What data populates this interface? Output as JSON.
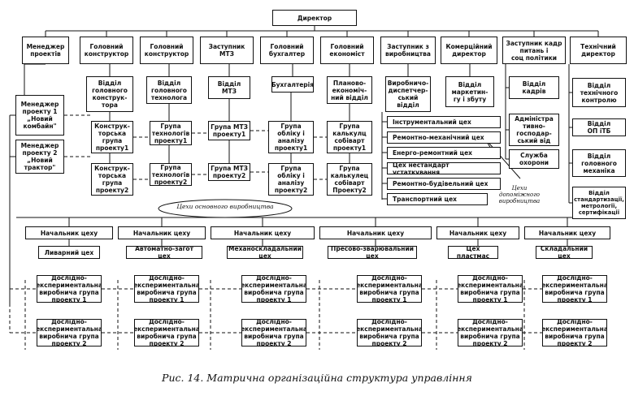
{
  "top": {
    "director": "Директор"
  },
  "columns": [
    {
      "head": "Менеджер\nпроектів",
      "dept": "",
      "items": [
        "Менеджер\nпроекту 1\n„Новий\nкомбайн\"",
        "Менеджер\nпроекту 2\n„Новий\nтрактор\""
      ]
    },
    {
      "head": "Головний\nконструктор",
      "dept": "Відділ\nголовного\nконструк-\nтора",
      "items": [
        "Конструк-\nторська\nгрупа\nпроекту1",
        "Конструк-\nторська\nгрупа\nпроекту2"
      ]
    },
    {
      "head": "Головний\nконструктор",
      "dept": "Відділ\nголовного\nтехнолога",
      "items": [
        "Група\nтехнологів\nпроекту1",
        "Група\nтехнологів\nпроекту2"
      ]
    },
    {
      "head": "Заступник\nМТЗ",
      "dept": "Відділ\nМТЗ",
      "items": [
        "Група МТЗ\nпроекту1",
        "Група МТЗ\nпроекту2"
      ]
    },
    {
      "head": "Головний\nбухгалтер",
      "dept": "Бухгалтерія",
      "items": [
        "Група\nобліку і\nаналізу\nпроекту1",
        "Група\nобліку і\nаналізу\nпроекту2"
      ]
    },
    {
      "head": "Головний\nекономіст",
      "dept": "Планово-\nекономіч-\nний відділ",
      "items": [
        "Група\nкалькулц\nсобіварт\nпроекту1",
        "Група\nкалькулец\nсобіварт\nПроекту2"
      ]
    },
    {
      "head": "Заступник з\nвиробництва",
      "dept": "Виробничо-\nдиспетчер-\nський відділ",
      "items": []
    },
    {
      "head": "Комерційний\nдиректор",
      "dept": "Відділ\nмаркетин-\nгу і збуту",
      "items": []
    },
    {
      "head": "Заступник кадр питань і\nсоц політики",
      "dept": "",
      "items": [
        "Відділ\nкадрів",
        "Адміністра\nтивно-\nгосподар-\nський від",
        "Служба\nохорони"
      ]
    },
    {
      "head": "Технічний\nдиректор",
      "dept": "",
      "items": [
        "Відділ\nтехнічного\nконтролю",
        "Відділ\nОП іТБ",
        "Відділ\nголовного\nмеханіка",
        "Відділ\nстандартизації,\nметрології,\nсертифікації"
      ]
    }
  ],
  "aux": {
    "shops": [
      "Інструментальний цех",
      "Ремонтно-механічний цех",
      "Енерго-ремонтний цех",
      "Цех нестандарт устаткування",
      "Ремонтно-будівельний цех",
      "Транспортний цех"
    ],
    "label": "Цехи\nдопоміжного\nвиробництва"
  },
  "main": {
    "label": "Цехи основного виробництва",
    "group_label": "Дослідно-\nекспериментальна\nвиробнича група\nпроекту 1",
    "group_label_2": "Дослідно-\nекспериментальна\nвиробнича група\nпроекту 2",
    "blocks": [
      {
        "chief": "Начальник цеху",
        "shop": "Ливарний цех"
      },
      {
        "chief": "Начальник цеху",
        "shop": "Автоматно-загот цех"
      },
      {
        "chief": "Начальник цеху",
        "shop": "Механоскладальний цех"
      },
      {
        "chief": "Начальник цеху",
        "shop": "Пресово-зварювальний цех"
      },
      {
        "chief": "Начальник цеху",
        "shop": "Цех пластмас"
      },
      {
        "chief": "Начальник цеху",
        "shop": "Складальний цех"
      }
    ]
  },
  "caption": "Рис. 14. Матрична організаційна структура управління"
}
